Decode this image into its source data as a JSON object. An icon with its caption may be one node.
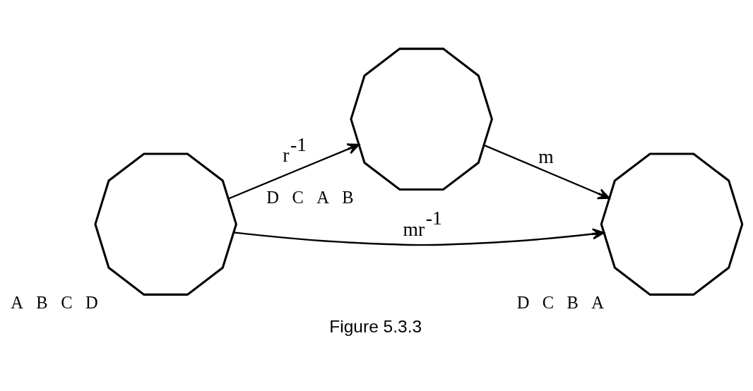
{
  "diagram": {
    "caption": "Figure 5.3.3",
    "nodes": [
      {
        "text": [],
        "shape": "decagon",
        "beside": [
          "A",
          "B",
          "C",
          "D"
        ]
      },
      {
        "text": [],
        "shape": "decagon",
        "beside": [
          "D",
          "C",
          "A",
          "B"
        ]
      },
      {
        "text": [],
        "shape": "decagon",
        "beside": [
          "D",
          "C",
          "B",
          "A"
        ]
      }
    ],
    "edges": [
      {
        "from": 0,
        "to": 1,
        "arrow": "to",
        "label": "r$^{-1}$"
      },
      {
        "from": 1,
        "to": 2,
        "arrow": "to",
        "label": "m"
      },
      {
        "from": 0,
        "to": 2,
        "arrow": "to",
        "label": "mr$^{-1}$"
      }
    ]
  }
}
